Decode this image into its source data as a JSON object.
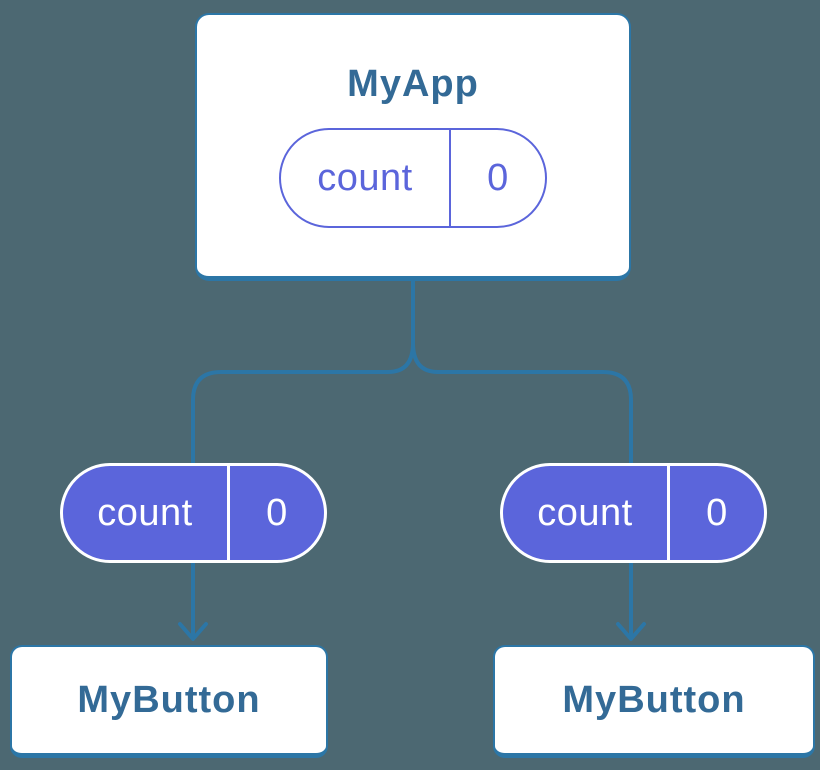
{
  "colors": {
    "background": "#4C6872",
    "line": "#2C76A6",
    "node_text": "#336A96",
    "purple": "#5B65DB",
    "pill_text_on_purple": "#FFFFFF",
    "card_bg": "#FFFFFF"
  },
  "diagram": {
    "type": "component-tree",
    "parent": {
      "title": "MyApp",
      "state": {
        "name": "count",
        "value": "0"
      }
    },
    "children": [
      {
        "title": "MyButton",
        "prop": {
          "name": "count",
          "value": "0"
        }
      },
      {
        "title": "MyButton",
        "prop": {
          "name": "count",
          "value": "0"
        }
      }
    ]
  }
}
